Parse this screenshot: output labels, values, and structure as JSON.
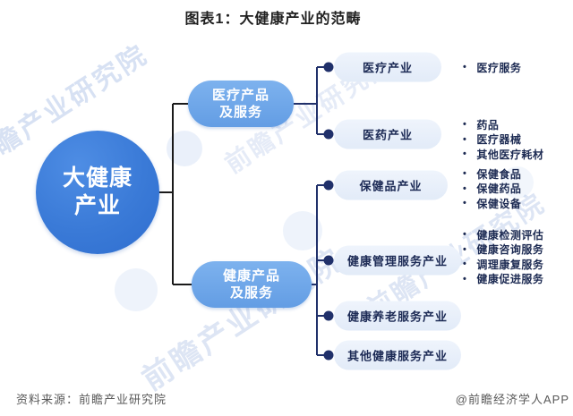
{
  "title": "图表1：大健康产业的范畴",
  "watermark_text": "前瞻产业研究院",
  "diagram": {
    "root": {
      "line1": "大健康",
      "line2": "产业"
    },
    "level1": [
      {
        "line1": "医疗产品",
        "line2": "及服务"
      },
      {
        "line1": "健康产品",
        "line2": "及服务"
      }
    ],
    "level2": [
      {
        "label": "医疗产业",
        "items": [
          "医疗服务"
        ]
      },
      {
        "label": "医药产业",
        "items": [
          "药品",
          "医疗器械",
          "其他医疗耗材"
        ]
      },
      {
        "label": "保健品产业",
        "items": [
          "保健食品",
          "保健药品",
          "保健设备"
        ]
      },
      {
        "label": "健康管理服务产业",
        "items": [
          "健康检测评估",
          "健康咨询服务",
          "调理康复服务",
          "健康促进服务"
        ]
      },
      {
        "label": "健康养老服务产业",
        "items": []
      },
      {
        "label": "其他健康服务产业",
        "items": []
      }
    ]
  },
  "colors": {
    "root_blue": "#3a7ad7",
    "branch_blue": "#6fa6e9",
    "leaf_bg": "#e9f0fa",
    "leaf_text": "#1c2a55",
    "connector_left": "#1a1a1a",
    "connector_right": "#20306a",
    "watermark": "#7c9cd6"
  },
  "footer": {
    "source": "资料来源：前瞻产业研究院",
    "credit": "@前瞻经济学人APP"
  }
}
